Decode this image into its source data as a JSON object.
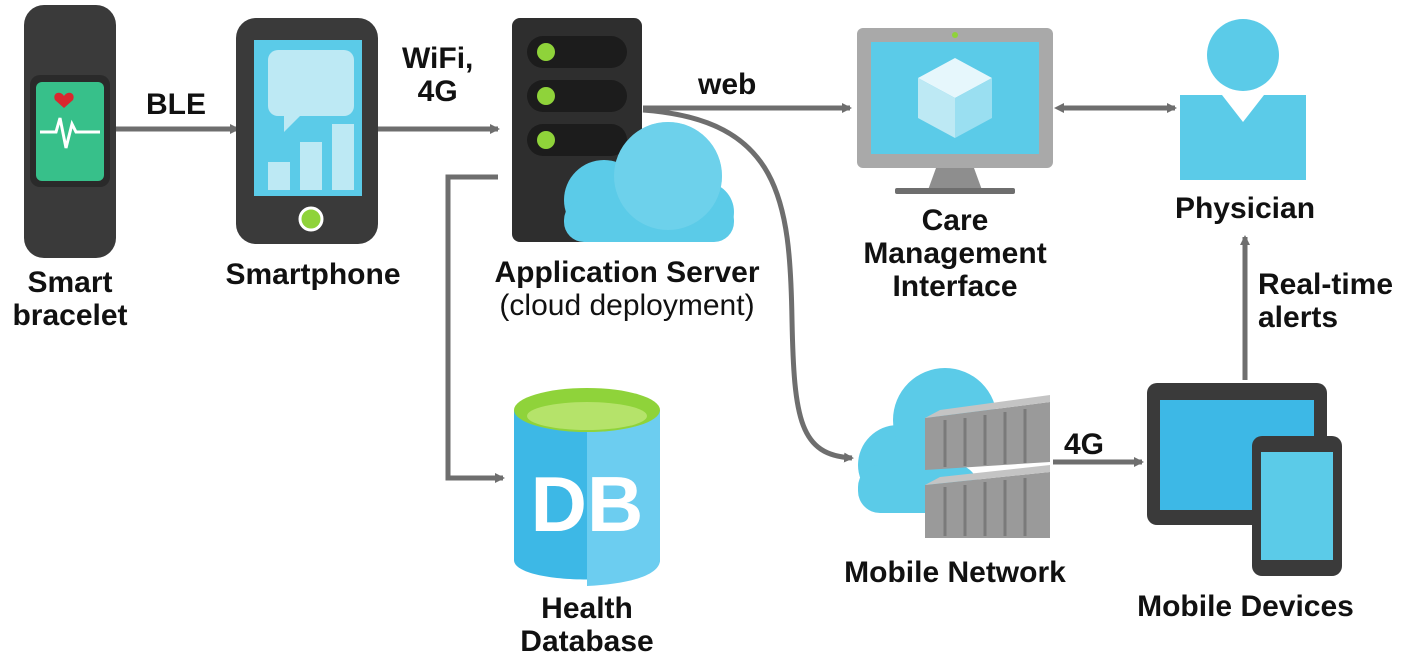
{
  "nodes": {
    "bracelet": {
      "line1": "Smart",
      "line2": "bracelet"
    },
    "smartphone": {
      "label": "Smartphone"
    },
    "server": {
      "label": "Application Server",
      "sublabel": "(cloud deployment)"
    },
    "database": {
      "icon_text": "DB",
      "line1": "Health",
      "line2": "Database"
    },
    "care": {
      "line1": "Care",
      "line2": "Management",
      "line3": "Interface"
    },
    "physician": {
      "label": "Physician"
    },
    "mobile_network": {
      "label": "Mobile Network"
    },
    "mobile_devices": {
      "label": "Mobile Devices"
    }
  },
  "edges": {
    "ble": "BLE",
    "wifi_line1": "WiFi,",
    "wifi_line2": "4G",
    "web": "web",
    "mobile_4g": "4G",
    "alerts_line1": "Real-time",
    "alerts_line2": "alerts"
  },
  "icons": [
    "bracelet-heart-icon",
    "smartphone-icon",
    "server-rack-icon",
    "cloud-icon",
    "database-icon",
    "monitor-icon",
    "cube-icon",
    "physician-icon",
    "network-container-icon",
    "tablet-icon",
    "phone-icon"
  ],
  "colors": {
    "arrow": "#6e6e6e",
    "device_dark": "#3a3a3a",
    "screen_blue": "#5bcbe8",
    "accent_green": "#8fd33a",
    "bracelet_screen": "#37c08a",
    "heart_red": "#d9272e",
    "db_blue": "#3db8e6"
  }
}
